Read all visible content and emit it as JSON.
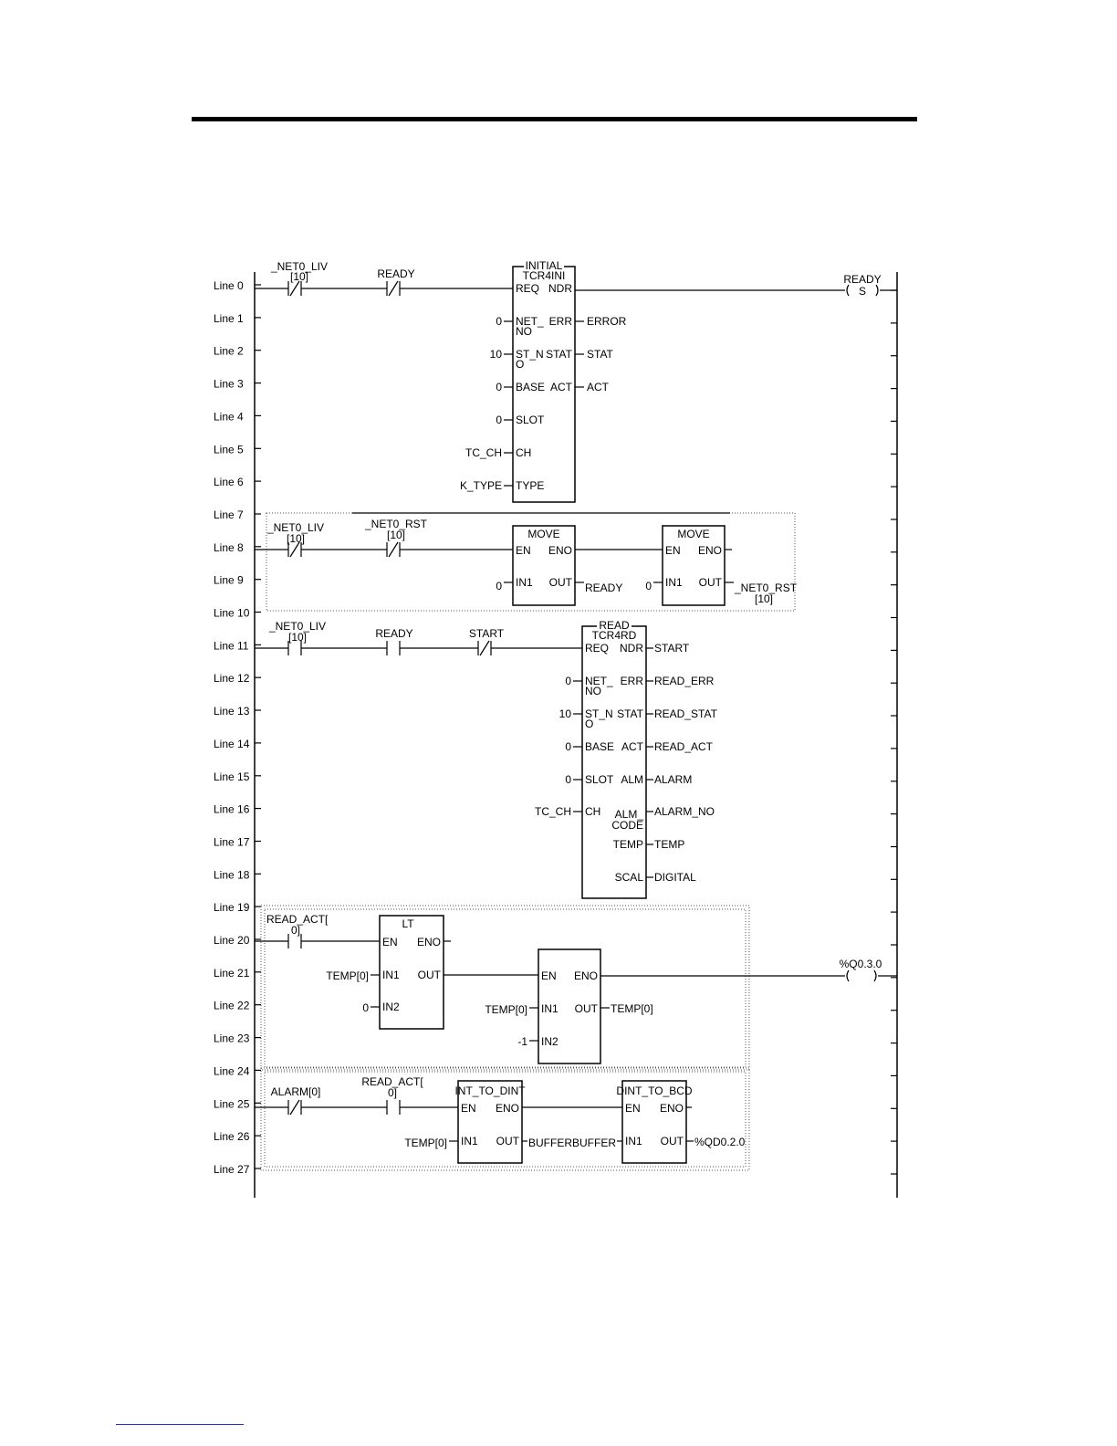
{
  "lines": [
    "Line 0",
    "Line 1",
    "Line 2",
    "Line 3",
    "Line 4",
    "Line 5",
    "Line 6",
    "Line 7",
    "Line 8",
    "Line 9",
    "Line 10",
    "Line 11",
    "Line 12",
    "Line 13",
    "Line 14",
    "Line 15",
    "Line 16",
    "Line 17",
    "Line 18",
    "Line 19",
    "Line 20",
    "Line 21",
    "Line 22",
    "Line 23",
    "Line 24",
    "Line 25",
    "Line 26",
    "Line 27"
  ],
  "rung1": {
    "contact1": {
      "name": "_NET0_LIV",
      "idx": "[10]"
    },
    "contact2": "READY",
    "fb": {
      "top": "INITIAL",
      "type": "TCR4INI",
      "ins": [
        "REQ",
        "NET_",
        "NO",
        "ST_N",
        "O",
        "BASE",
        "SLOT",
        "CH",
        "TYPE"
      ],
      "outs": [
        "NDR",
        "ERR",
        "STAT",
        "ACT"
      ],
      "in_vals": [
        "0",
        "10",
        "0",
        "0",
        "TC_CH",
        "K_TYPE"
      ],
      "out_vals": [
        "ERROR",
        "STAT",
        "ACT"
      ]
    },
    "coil": {
      "name": "READY",
      "sym": "S"
    }
  },
  "rung2": {
    "contact1": {
      "name": "_NET0_LIV",
      "idx": "[10]"
    },
    "contact2": {
      "name": "_NET0_RST",
      "idx": "[10]"
    },
    "move1": {
      "title": "MOVE",
      "en": "EN",
      "eno": "ENO",
      "in": "IN1",
      "out": "OUT",
      "in_val": "0",
      "out_val": "READY"
    },
    "move2": {
      "title": "MOVE",
      "en": "EN",
      "eno": "ENO",
      "in": "IN1",
      "out": "OUT",
      "in_val": "0",
      "out_val": "_NET0_RST",
      "out_idx": "[10]"
    }
  },
  "rung3": {
    "contact1": {
      "name": "_NET0_LIV",
      "idx": "[10]"
    },
    "contact2": "READY",
    "contact3": "START",
    "fb": {
      "top": "READ",
      "type": "TCR4RD",
      "ins": [
        "REQ",
        "NET_",
        "NO",
        "ST_N",
        "O",
        "BASE",
        "SLOT",
        "CH"
      ],
      "outs": [
        "NDR",
        "ERR",
        "STAT",
        "ACT",
        "ALM",
        "ALM_",
        "CODE",
        "TEMP",
        "SCAL"
      ],
      "in_vals": [
        "0",
        "10",
        "0",
        "0",
        "TC_CH"
      ],
      "out_vals": [
        "START",
        "READ_ERR",
        "READ_STAT",
        "READ_ACT",
        "ALARM",
        "ALARM_NO",
        "TEMP",
        "DIGITAL"
      ]
    }
  },
  "rung4": {
    "contact": {
      "name": "READ_ACT[",
      "idx": "0]"
    },
    "lt": {
      "title": "LT",
      "en": "EN",
      "eno": "ENO",
      "in1": "IN1",
      "in2": "IN2",
      "out": "OUT",
      "in1_val": "TEMP[0]",
      "in2_val": "0"
    },
    "mul": {
      "en": "EN",
      "eno": "ENO",
      "in1": "IN1",
      "in2": "IN2",
      "out": "OUT",
      "in1_val": "TEMP[0]",
      "in2_val": "-1",
      "out_val": "TEMP[0]"
    },
    "coil": "%Q0.3.0"
  },
  "rung5": {
    "contact1": "ALARM[0]",
    "contact2": {
      "name": "READ_ACT[",
      "idx": "0]"
    },
    "conv1": {
      "title": "INT_TO_DINT",
      "en": "EN",
      "eno": "ENO",
      "in": "IN1",
      "out": "OUT",
      "in_val": "TEMP[0]",
      "out_val": "BUFFER"
    },
    "conv2": {
      "title": "DINT_TO_BCD",
      "en": "EN",
      "eno": "ENO",
      "in": "IN1",
      "out": "OUT",
      "in_val": "BUFFER",
      "out_val": "%QD0.2.0"
    }
  }
}
